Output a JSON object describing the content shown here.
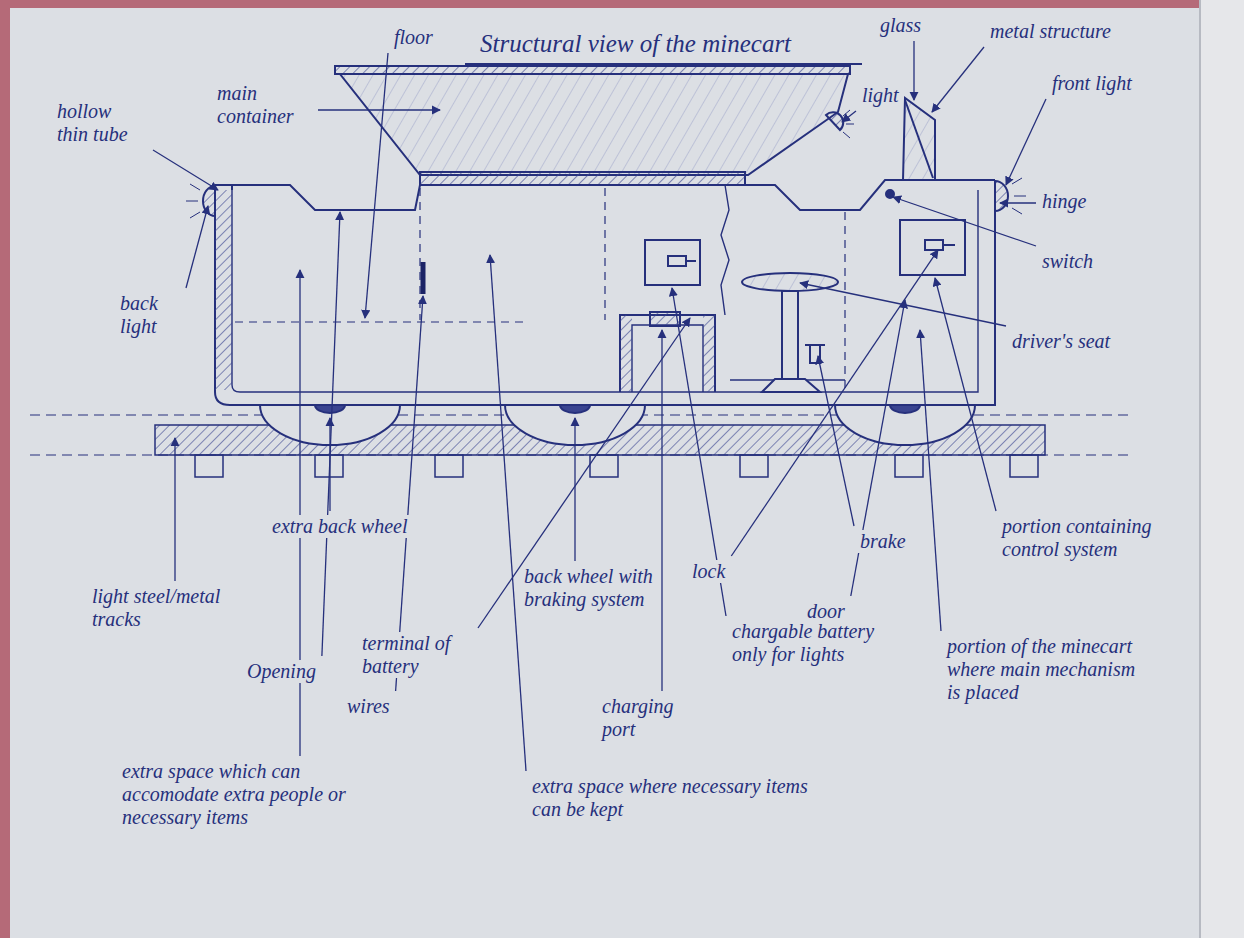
{
  "diagram": {
    "title": "Structural view of the minecart",
    "labels": [
      "floor",
      "main container",
      "light",
      "glass",
      "metal structure",
      "front light",
      "hinge",
      "switch",
      "driver's seat",
      "hollow thin tube",
      "back light",
      "extra back wheel",
      "light steel/metal tracks",
      "Opening",
      "wires",
      "extra space which can accomodate extra people or necessary items",
      "terminal of battery",
      "back wheel with braking system",
      "charging port",
      "lock",
      "chargable battery only for lights",
      "extra space where necessary items can be kept",
      "brake",
      "door",
      "portion containing control system",
      "portion of the minecart where main mechanism is placed"
    ]
  }
}
